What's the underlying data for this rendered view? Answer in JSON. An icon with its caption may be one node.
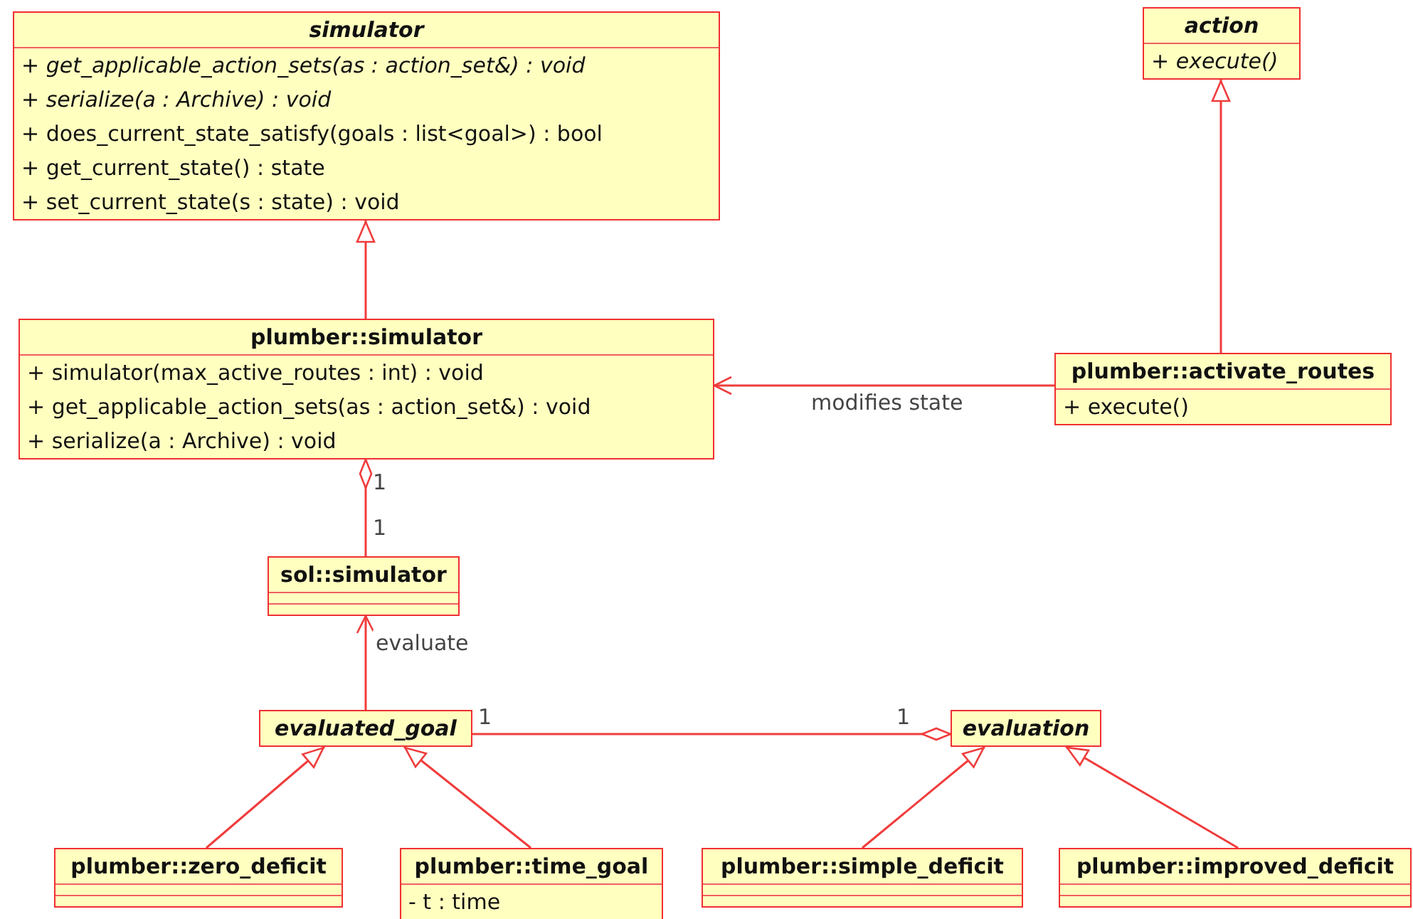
{
  "diagram": {
    "nodes": [
      {
        "text": [
          "simulator",
          "+ get_applicable_action_sets(as : action_set&) : void",
          "+ serialize(a : Archive) : void",
          "+ does_current_state_satisfy(goals : list<goal>) : bool",
          "+ get_current_state() : state",
          "+ set_current_state(s : state) : void"
        ]
      },
      {
        "text": [
          "action",
          "+ execute()"
        ]
      },
      {
        "text": [
          "plumber::simulator",
          "+ simulator(max_active_routes : int) : void",
          "+ get_applicable_action_sets(as : action_set&) : void",
          "+ serialize(a : Archive) : void"
        ]
      },
      {
        "text": [
          "plumber::activate_routes",
          "+ execute()"
        ]
      },
      {
        "text": [
          "sol::simulator"
        ]
      },
      {
        "text": [
          "evaluated_goal"
        ]
      },
      {
        "text": [
          "evaluation"
        ]
      },
      {
        "text": [
          "plumber::zero_deficit"
        ]
      },
      {
        "text": [
          "plumber::time_goal",
          "- t : time"
        ]
      },
      {
        "text": [
          "plumber::simple_deficit"
        ]
      },
      {
        "text": [
          "plumber::improved_deficit"
        ]
      }
    ],
    "edges": [
      {
        "from": 2,
        "to": 0,
        "arrow": "to"
      },
      {
        "from": 3,
        "to": 1,
        "arrow": "to"
      },
      {
        "from": 3,
        "to": 2,
        "arrow": "to",
        "label": "modifies state"
      },
      {
        "from": 4,
        "to": 2,
        "arrow": "other"
      },
      {
        "from": 5,
        "to": 4,
        "arrow": "to",
        "label": "evaluate"
      },
      {
        "from": 5,
        "to": 6,
        "arrow": "other"
      },
      {
        "from": 7,
        "to": 5,
        "arrow": "to"
      },
      {
        "from": 8,
        "to": 5,
        "arrow": "to"
      },
      {
        "from": 9,
        "to": 6,
        "arrow": "to"
      },
      {
        "from": 10,
        "to": 6,
        "arrow": "to"
      }
    ],
    "labels": [
      "1",
      "1",
      "1",
      "1"
    ]
  }
}
